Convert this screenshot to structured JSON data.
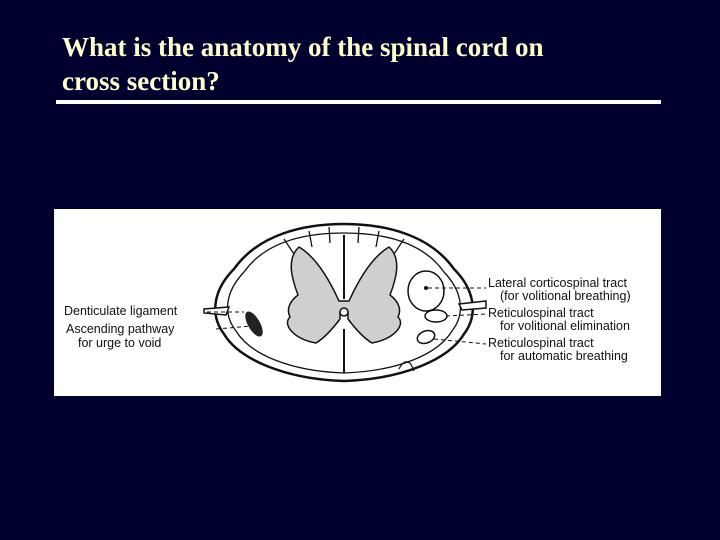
{
  "slide": {
    "title_line1": "What is the anatomy of the spinal cord on",
    "title_line2": "cross section?"
  },
  "diagram": {
    "labels_left": [
      "Denticulate ligament",
      "Ascending pathway",
      "for urge to void"
    ],
    "labels_right": [
      "Lateral corticospinal tract",
      "(for volitional breathing)",
      "Reticulospinal tract",
      "for volitional elimination",
      "Reticulospinal tract",
      "for automatic breathing"
    ]
  }
}
